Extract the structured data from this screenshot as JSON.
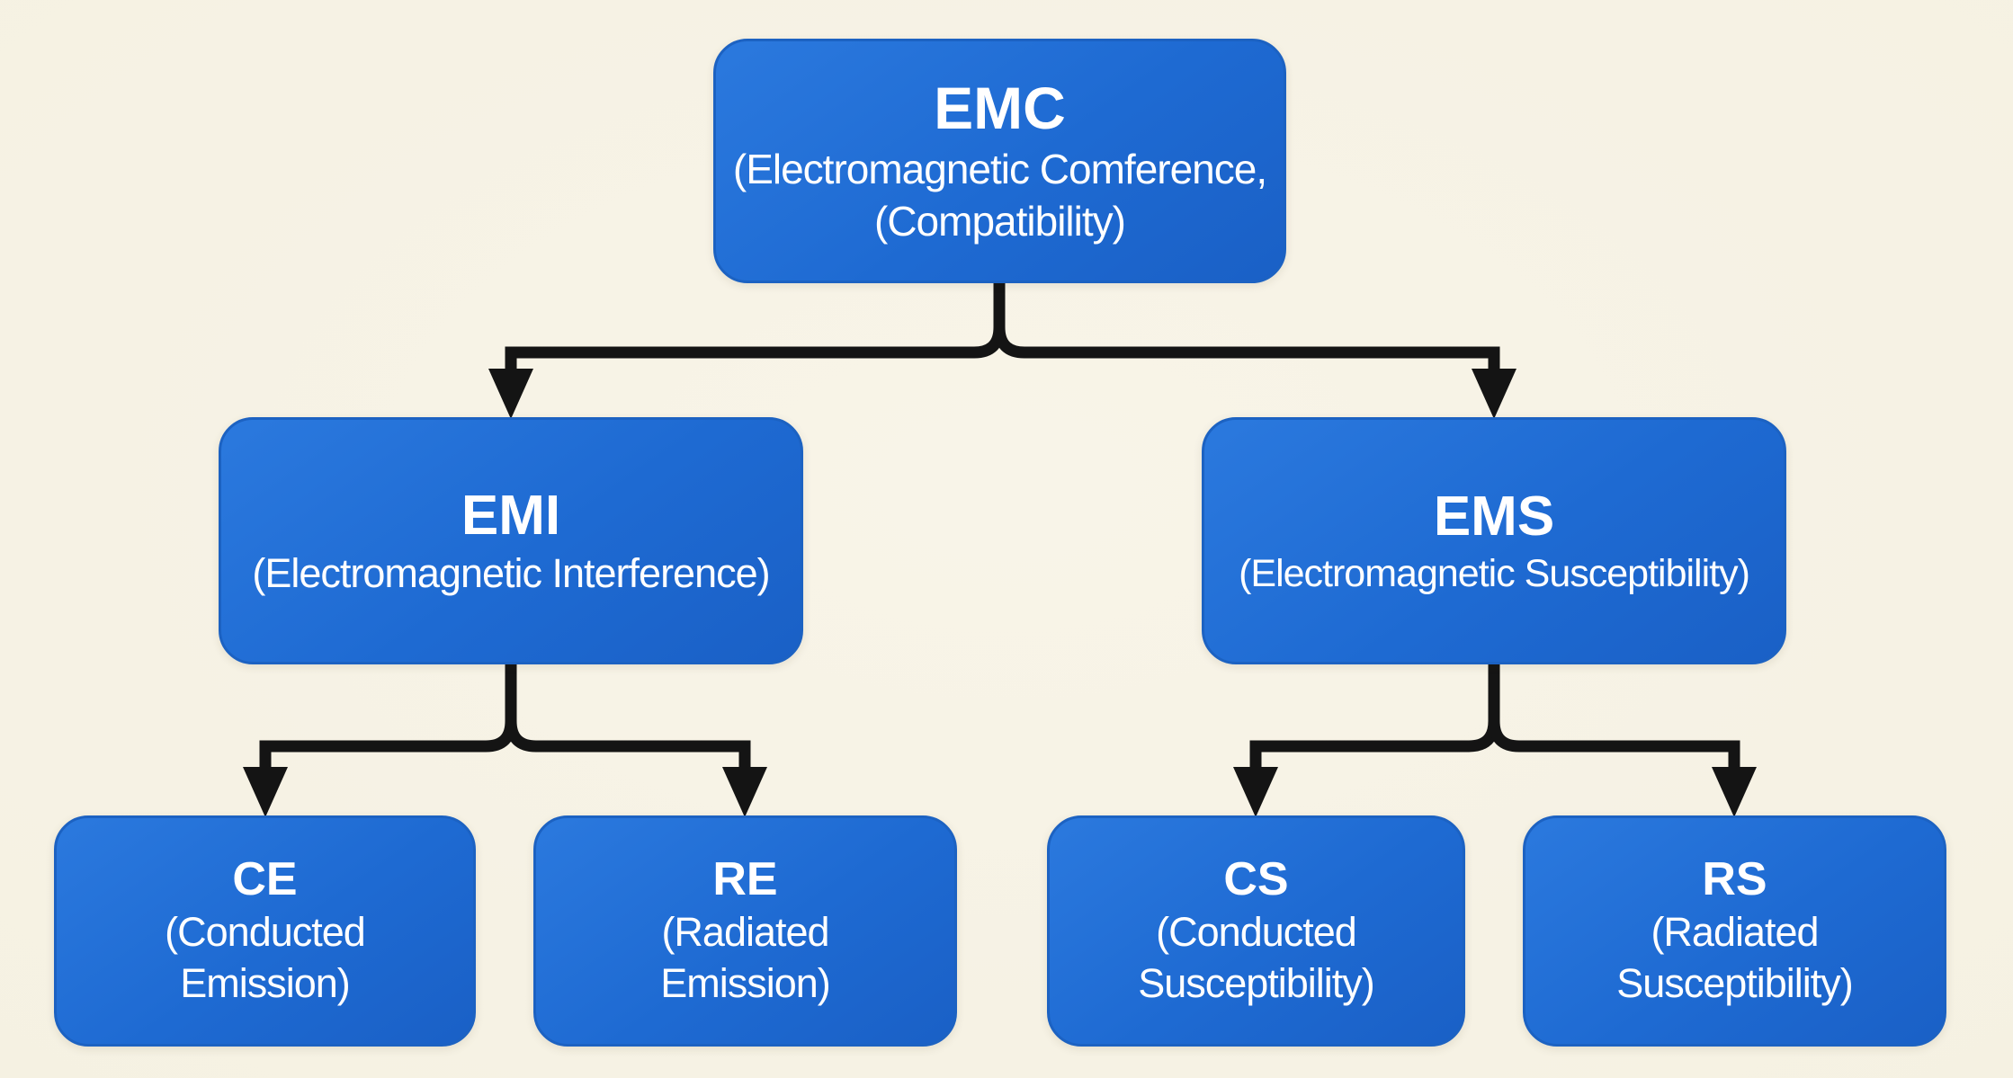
{
  "diagram_title": "EMC hierarchy diagram",
  "colors": {
    "background": "#f5f1e2",
    "node_fill": "#1e6ad2",
    "node_border": "#1c62c2",
    "node_text": "#ffffff",
    "connector": "#141414"
  },
  "nodes": {
    "emc": {
      "abbr": "EMC",
      "line1": "(Electromagnetic Comference,",
      "line2": "(Compatibility)"
    },
    "emi": {
      "abbr": "EMI",
      "line1": "(Electromagnetic Interference)"
    },
    "ems": {
      "abbr": "EMS",
      "line1": "(Electromagnetic Susceptibility)"
    },
    "ce": {
      "abbr": "CE",
      "line1": "(Conducted",
      "line2": "Emission)"
    },
    "re": {
      "abbr": "RE",
      "line1": "(Radiated",
      "line2": "Emission)"
    },
    "cs": {
      "abbr": "CS",
      "line1": "(Conducted",
      "line2": "Susceptibility)"
    },
    "rs": {
      "abbr": "RS",
      "line1": "(Radiated",
      "line2": "Susceptibility)"
    }
  },
  "hierarchy": {
    "root": "emc",
    "edges": [
      {
        "from": "emc",
        "to": "emi"
      },
      {
        "from": "emc",
        "to": "ems"
      },
      {
        "from": "emi",
        "to": "ce"
      },
      {
        "from": "emi",
        "to": "re"
      },
      {
        "from": "ems",
        "to": "cs"
      },
      {
        "from": "ems",
        "to": "rs"
      }
    ]
  }
}
